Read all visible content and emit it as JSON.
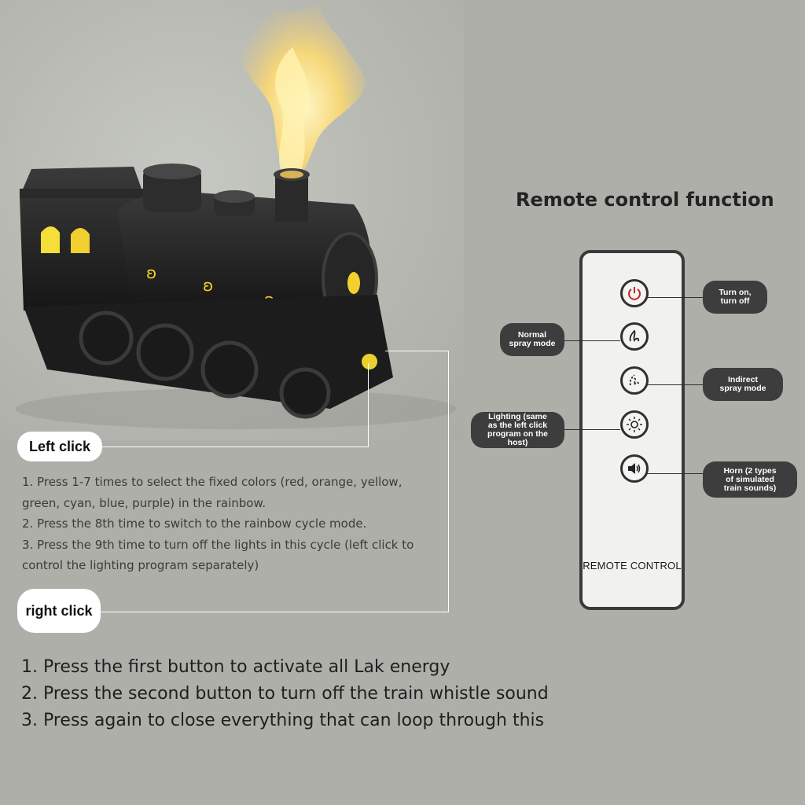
{
  "title": "Remote control function",
  "remote": {
    "label": "REMOTE CONTROL",
    "buttons": [
      {
        "icon": "power-icon",
        "callout": [
          "Turn on,",
          "turn off"
        ]
      },
      {
        "icon": "spray-icon",
        "callout": [
          "Normal",
          "spray mode"
        ]
      },
      {
        "icon": "indirect-spray-icon",
        "callout": [
          "Indirect",
          "spray mode"
        ]
      },
      {
        "icon": "light-icon",
        "callout": [
          "Lighting (same",
          "as the left click",
          "program on the host)"
        ]
      },
      {
        "icon": "horn-icon",
        "callout": [
          "Horn (2 types",
          "of simulated",
          "train sounds)"
        ]
      }
    ],
    "colors": {
      "power_accent": "#c0282a",
      "callout_bg": "#3d3d3d"
    }
  },
  "left_click": {
    "label": "Left click",
    "lines": [
      "1. Press 1-7 times to select the fixed colors (red, orange, yellow,",
      "green, cyan, blue, purple) in the rainbow.",
      "2. Press the 8th time to switch to the rainbow cycle mode.",
      "3. Press the 9th time to turn off the lights in this cycle (left click to",
      "control the lighting program separately)"
    ]
  },
  "right_click": {
    "label": "right click",
    "lines": [
      "1. Press the first button to activate all Lak energy",
      "2. Press the second button to turn off the train whistle sound",
      "3. Press again to close everything that can loop through this"
    ]
  }
}
